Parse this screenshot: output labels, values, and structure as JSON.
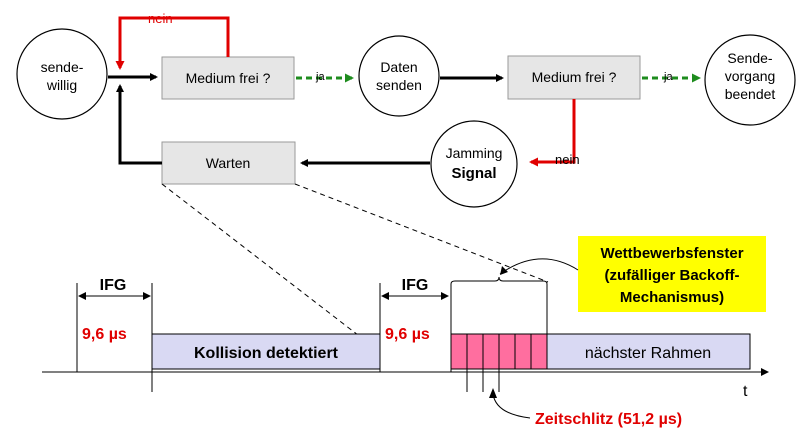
{
  "flow": {
    "node_sendewillig": [
      "sende-",
      "willig"
    ],
    "node_medium1": "Medium frei ?",
    "node_daten": [
      "Daten",
      "senden"
    ],
    "node_medium2": "Medium frei ?",
    "node_beendet": [
      "Sende-",
      "vorgang",
      "beendet"
    ],
    "node_warten": "Warten",
    "node_jamming": [
      "Jamming",
      "Signal"
    ],
    "label_nein_top": "nein",
    "label_ja_1": "ja",
    "label_ja_2": "ja",
    "label_nein_right": "nein"
  },
  "timeline": {
    "ifg_label_1": "IFG",
    "ifg_time_1": "9,6 µs",
    "ifg_label_2": "IFG",
    "ifg_time_2": "9,6 µs",
    "kollision": "Kollision detektiert",
    "naechster": "nächster Rahmen",
    "axis_label": "t",
    "contention_box": [
      "Wettbewerbsfenster",
      "(zufälliger Backoff-",
      "Mechanismus)"
    ],
    "zeitschlitz": "Zeitschlitz (51,2 µs)",
    "slot_count": 6
  },
  "colors": {
    "node_fill": "#e6e6e6",
    "bar_fill": "#d9d9f3",
    "slot_fill": "#ff6e9f",
    "red": "#e00000",
    "green": "#1e8c1e",
    "highlight": "#ffff00"
  }
}
